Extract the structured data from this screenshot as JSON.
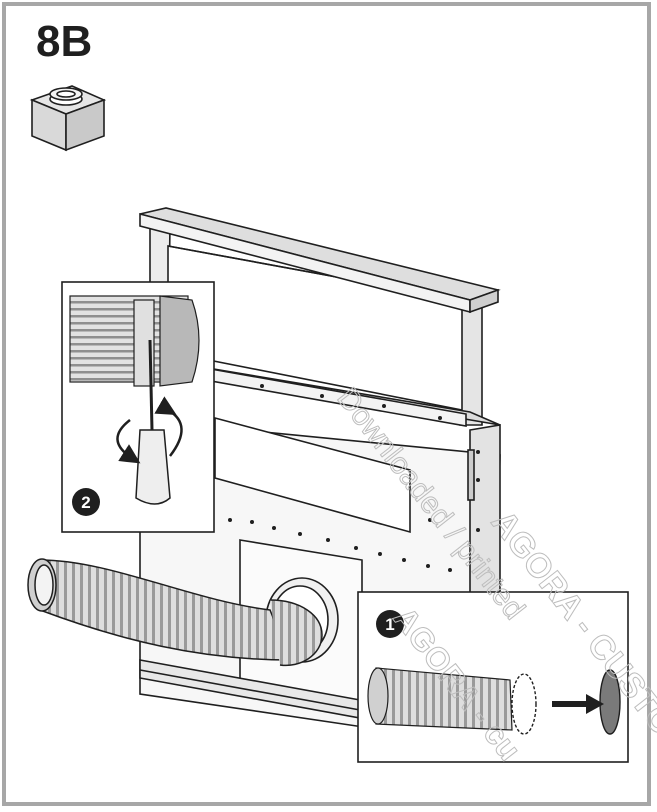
{
  "step_label": "8B",
  "callouts": {
    "first": "1",
    "second": "2"
  },
  "watermark": {
    "line1": "Downloaded / printed",
    "line2": "AGORA - CUSTOMER",
    "line3": "AGORA - cu"
  },
  "colors": {
    "frame": "#a7a7a7",
    "line": "#1f1f1f",
    "shade": "#c8c8c8",
    "watermark": "#bdbdbd"
  },
  "icons": [
    "box-with-collar-icon",
    "rotate-arrows-icon",
    "direction-arrow-icon"
  ]
}
